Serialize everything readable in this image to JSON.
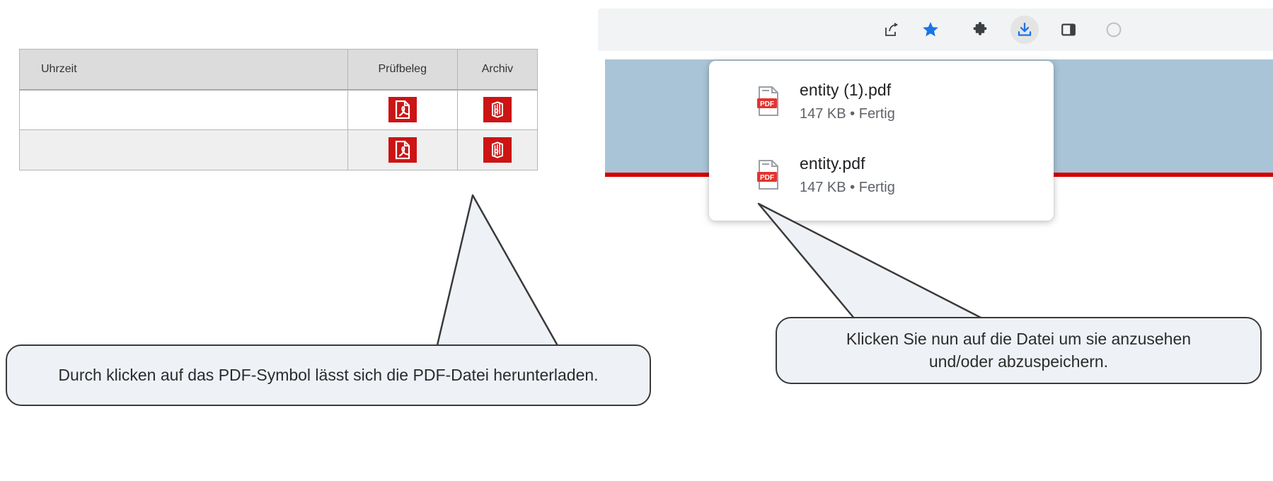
{
  "table": {
    "columns": [
      {
        "key": "uhrzeit",
        "label": "Uhrzeit",
        "align": "left"
      },
      {
        "key": "pruefbeleg",
        "label": "Prüfbeleg",
        "align": "center"
      },
      {
        "key": "archiv",
        "label": "Archiv",
        "align": "center"
      }
    ],
    "rows": [
      {
        "uhrzeit": "",
        "pruefbeleg_icon": "pdf-icon",
        "archiv_icon": "archive-icon"
      },
      {
        "uhrzeit": "",
        "pruefbeleg_icon": "pdf-icon",
        "archiv_icon": "archive-icon"
      }
    ]
  },
  "browser": {
    "toolbar_icons": [
      {
        "name": "share-icon",
        "color": "#3c4043",
        "active": false
      },
      {
        "name": "bookmark-star-icon",
        "color": "#1a73e8",
        "active": false
      },
      {
        "name": "extensions-puzzle-icon",
        "color": "#3c4043",
        "active": false
      },
      {
        "name": "downloads-icon",
        "color": "#1a73e8",
        "active": true
      },
      {
        "name": "side-panel-icon",
        "color": "#3c4043",
        "active": false
      }
    ]
  },
  "downloads_popup": {
    "items": [
      {
        "filename": "entity (1).pdf",
        "meta": "147 KB • Fertig",
        "icon": "pdf-file-icon"
      },
      {
        "filename": "entity.pdf",
        "meta": "147 KB • Fertig",
        "icon": "pdf-file-icon"
      }
    ]
  },
  "callouts": {
    "left": "Durch klicken auf das PDF-Symbol lässt sich die PDF-Datei herunterladen.",
    "right_line1": "Klicken Sie nun auf die Datei um sie anzusehen",
    "right_line2": "und/oder abzuspeichern."
  },
  "colors": {
    "sap_red": "#cc1414",
    "chrome_blue": "#1a73e8",
    "callout_fill": "#eef2f7",
    "callout_stroke": "#3a3a3a",
    "header_gray": "#dcdcdc",
    "page_blue": "#a9c4d6",
    "page_red_rule": "#d40000"
  }
}
